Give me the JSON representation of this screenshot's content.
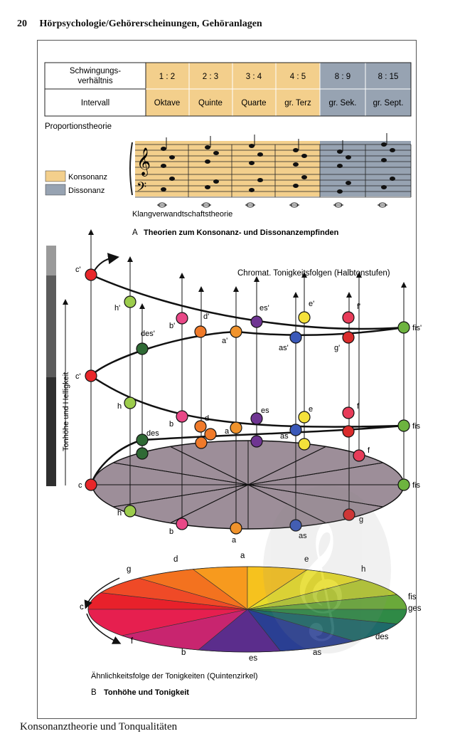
{
  "page": {
    "number": "20",
    "running_title": "Hörpsychologie/Gehörerscheinungen, Gehöranlagen",
    "caption": "Konsonanztheorie und Tonqualitäten"
  },
  "table": {
    "row_headers": [
      "Schwingungs-\nverhältnis",
      "Intervall"
    ],
    "columns": [
      {
        "ratio": "1 : 2",
        "interval": "Oktave",
        "type": "konsonanz"
      },
      {
        "ratio": "2 : 3",
        "interval": "Quinte",
        "type": "konsonanz"
      },
      {
        "ratio": "3 : 4",
        "interval": "Quarte",
        "type": "konsonanz"
      },
      {
        "ratio": "4 : 5",
        "interval": "gr. Terz",
        "type": "konsonanz"
      },
      {
        "ratio": "8 : 9",
        "interval": "gr. Sek.",
        "type": "dissonanz"
      },
      {
        "ratio": "8 : 15",
        "interval": "gr. Sept.",
        "type": "dissonanz"
      }
    ],
    "theory_label": "Proportionstheorie"
  },
  "legend": [
    {
      "label": "Konsonanz",
      "color": "#f3cf8c"
    },
    {
      "label": "Dissonanz",
      "color": "#97a3b2"
    }
  ],
  "staff_label": "Klangverwandtschaftstheorie",
  "section_a": {
    "letter": "A",
    "title": "Theorien zum Konsonanz- und Dissonanzempfinden"
  },
  "section_b": {
    "letter": "B",
    "title": "Tonhöhe und Tonigkeit"
  },
  "helix": {
    "title": "Chromat. Tonigkeitsfolgen (Halbtonstufen)",
    "axis_label": "Tonhöhe und Helligkeit",
    "notes": [
      {
        "name": "c",
        "color": "#e8272a"
      },
      {
        "name": "des",
        "color": "#2f6a35"
      },
      {
        "name": "d",
        "color": "#f07a2a"
      },
      {
        "name": "es",
        "color": "#6f3592"
      },
      {
        "name": "e",
        "color": "#f4e13a"
      },
      {
        "name": "f",
        "color": "#e73c59"
      },
      {
        "name": "fis",
        "color": "#6db33f"
      },
      {
        "name": "g",
        "color": "#d92b2b"
      },
      {
        "name": "as",
        "color": "#3a58b8"
      },
      {
        "name": "a",
        "color": "#f0932c"
      },
      {
        "name": "b",
        "color": "#e84887"
      },
      {
        "name": "h",
        "color": "#9ccc4c"
      }
    ],
    "upper_labels": [
      "c'",
      "h'",
      "b'",
      "d'",
      "es'",
      "e'",
      "f'",
      "fis'",
      "des'",
      "a'",
      "as'",
      "g'"
    ]
  },
  "fifths": {
    "caption": "Ähnlichkeitsfolge der Tonigkeiten (Quintenzirkel)",
    "labels": [
      "c",
      "g",
      "d",
      "a",
      "e",
      "h",
      "fis",
      "ges",
      "des",
      "as",
      "es",
      "b",
      "f"
    ]
  }
}
